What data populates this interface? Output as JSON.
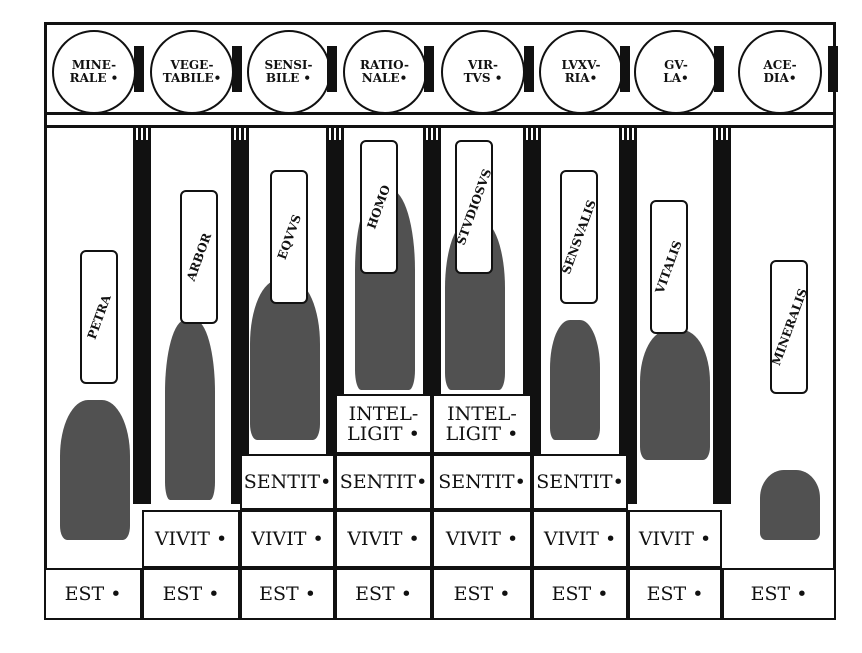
{
  "circles": [
    "MINE-\nRALE •",
    "VEGE-\nTABILE•",
    "SENSI-\nBILE •",
    "RATIO-\nNALE•",
    "VIR-\nTVS •",
    "LVXV-\nRIA•",
    "GV-\nLA•",
    "ACE-\nDIA•"
  ],
  "banners": [
    "PETRA",
    "ARBOR",
    "EQVVS",
    "HOMO",
    "STVDIOSVS",
    "SENSVALIS",
    "VITALIS",
    "MINERALIS"
  ],
  "est": [
    "EST •",
    "EST •",
    "EST •",
    "EST •",
    "EST •",
    "EST •",
    "EST •",
    "EST •"
  ],
  "vivit": [
    "VIVIT •",
    "VIVIT •",
    "VIVIT •",
    "VIVIT •",
    "VIVIT •",
    "VIVIT •"
  ],
  "sentit": [
    "SENTIT•",
    "SENTIT•",
    "SENTIT•",
    "SENTIT•"
  ],
  "intelligit": [
    "INTEL-\nLIGIT •",
    "INTEL-\nLIGIT •"
  ]
}
